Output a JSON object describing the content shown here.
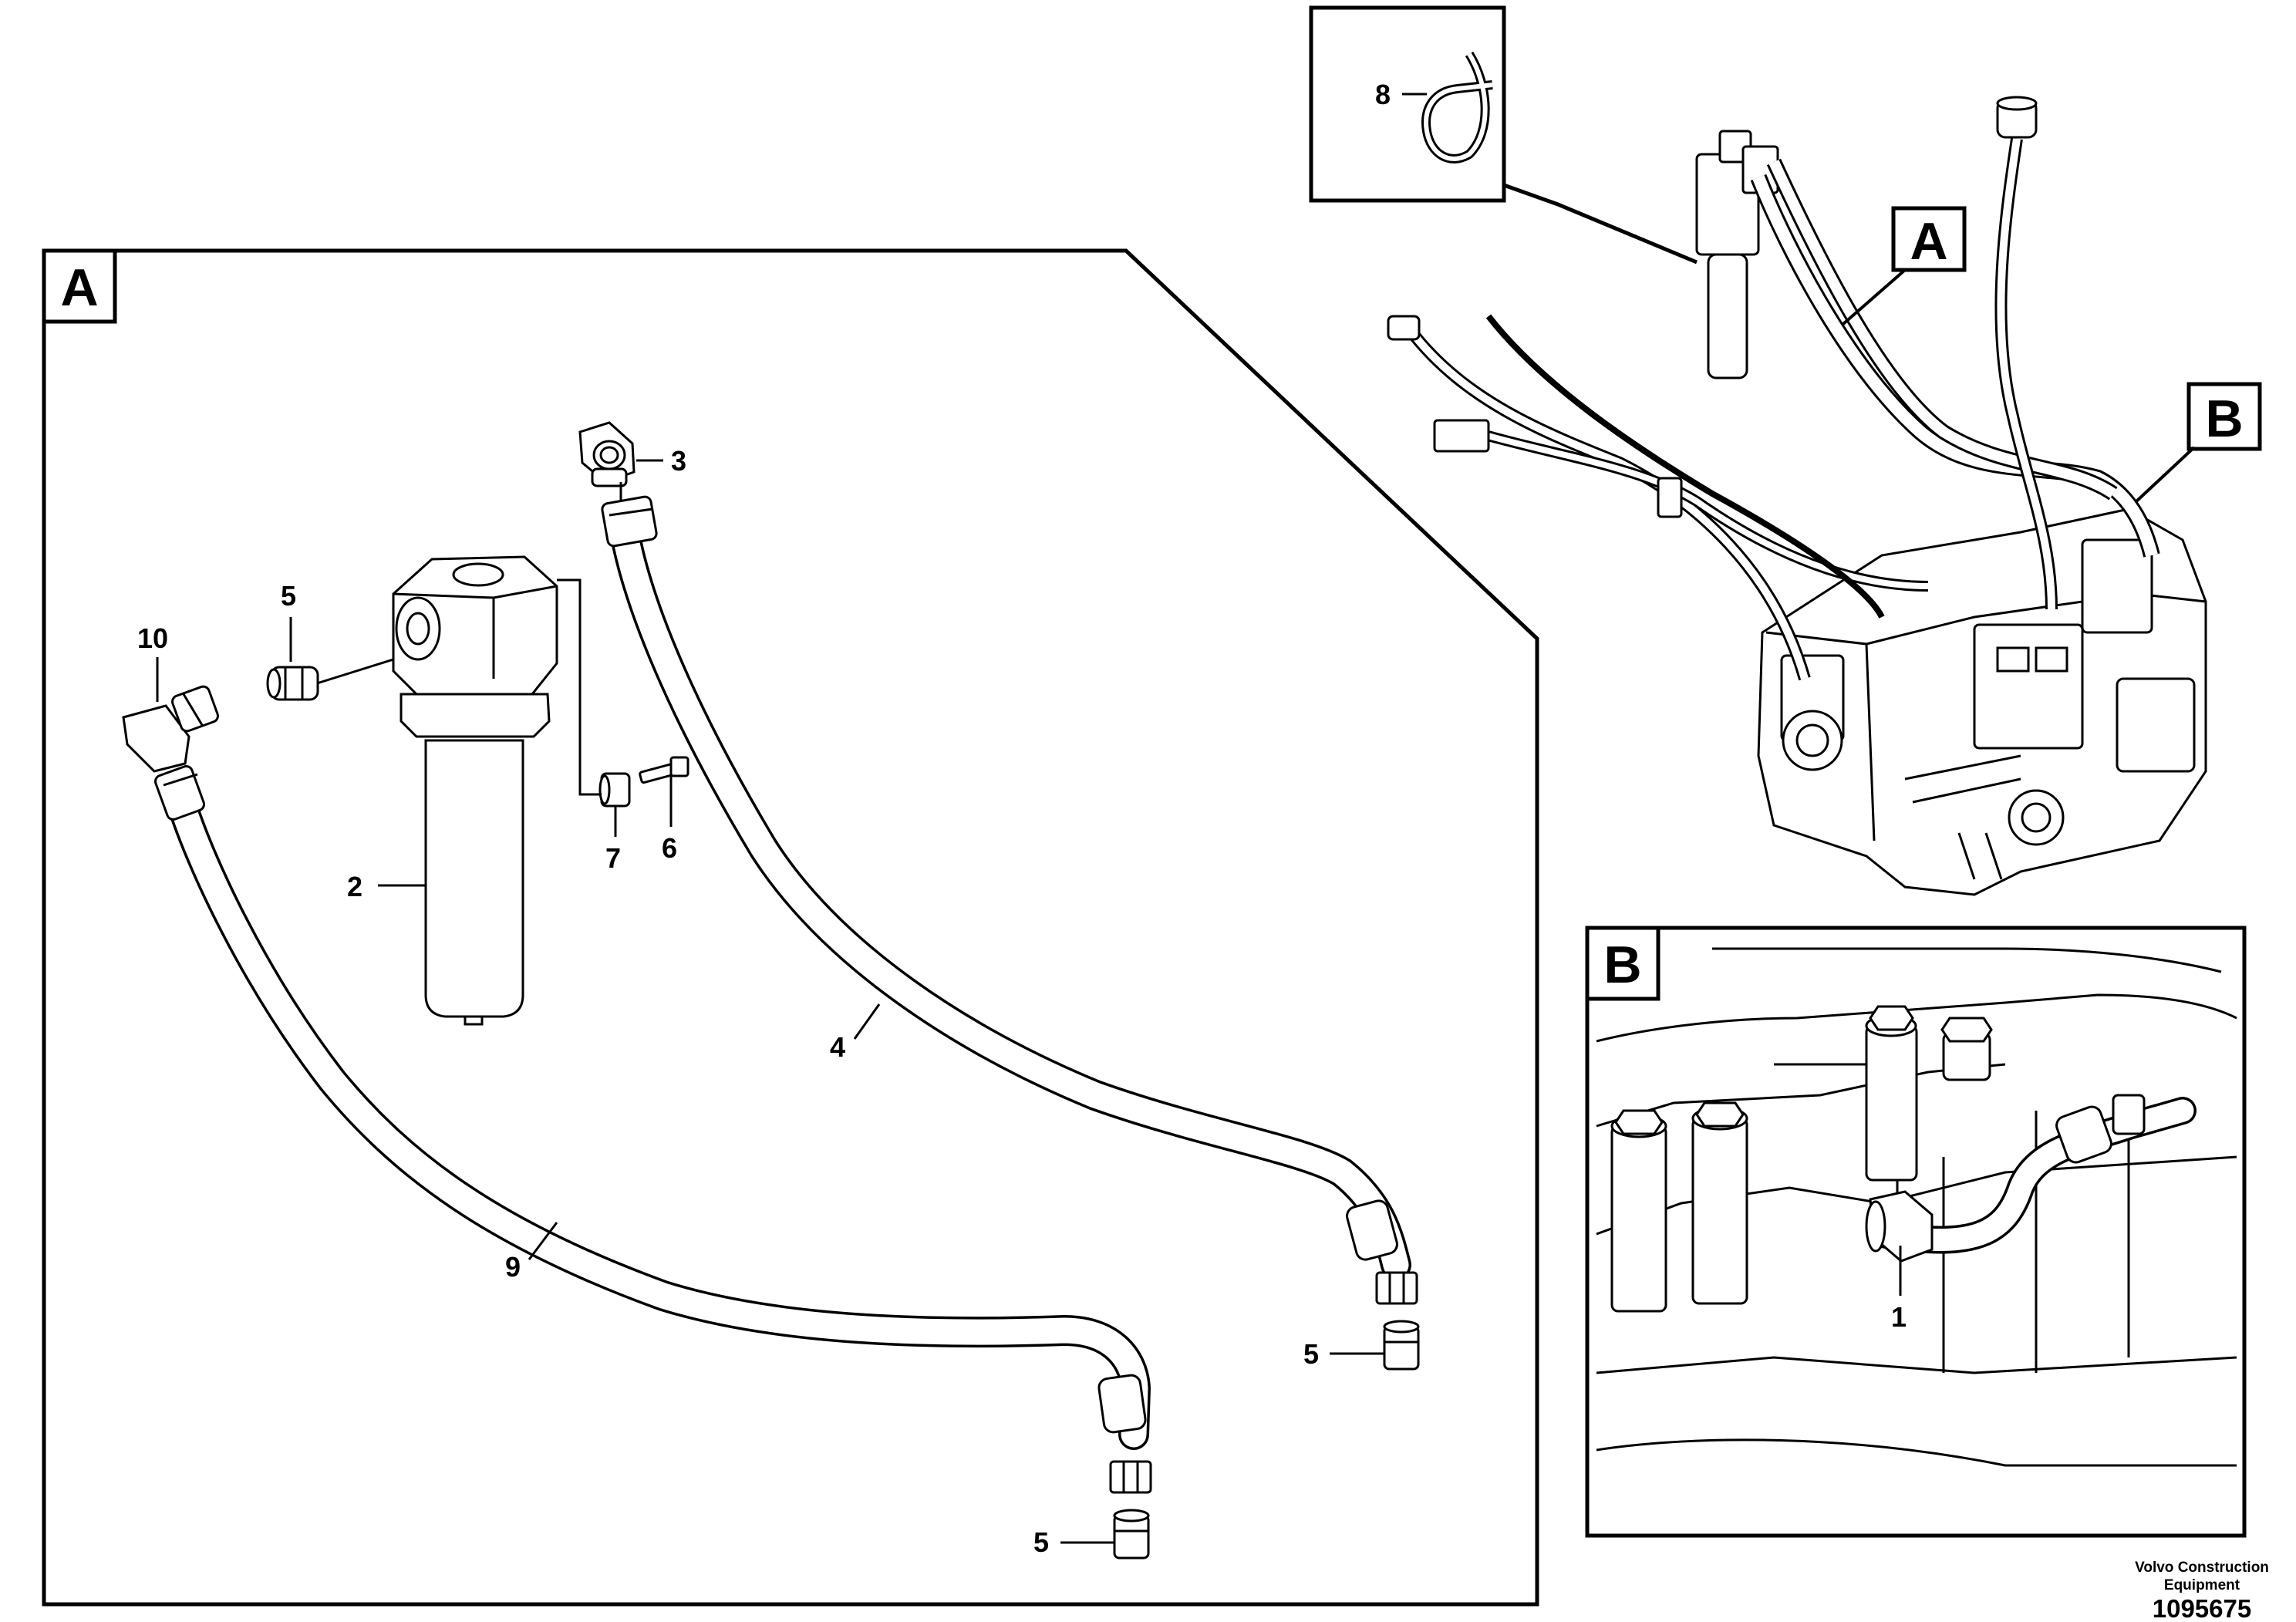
{
  "detail_tags": {
    "a_main": "A",
    "a_pointer": "A",
    "b_pointer": "B",
    "b_inset": "B"
  },
  "callouts": {
    "c1": "1",
    "c2": "2",
    "c3": "3",
    "c4": "4",
    "c5a": "5",
    "c5b": "5",
    "c5c": "5",
    "c6": "6",
    "c7": "7",
    "c8": "8",
    "c9": "9",
    "c10": "10"
  },
  "footer": {
    "company_line1": "Volvo Construction",
    "company_line2": "Equipment",
    "doc_number": "1095675"
  }
}
